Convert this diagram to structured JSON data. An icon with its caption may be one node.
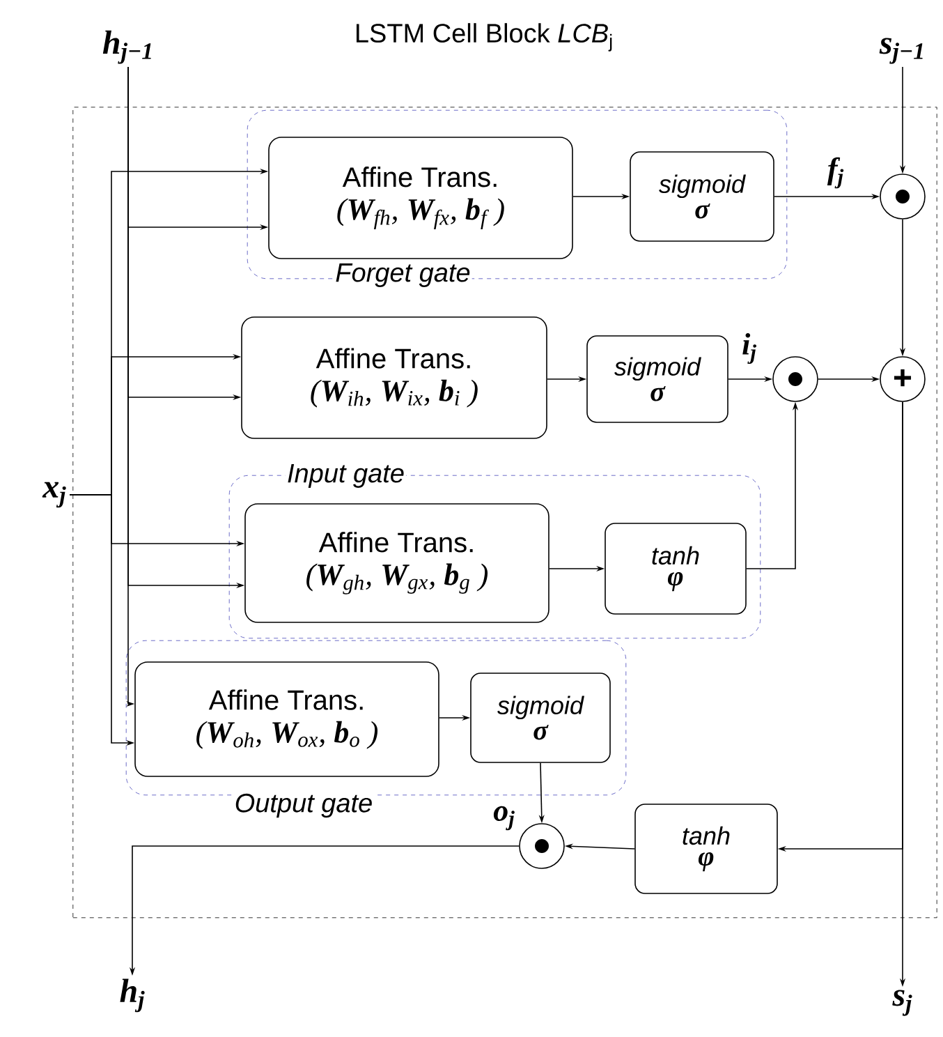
{
  "diagram": {
    "nodes": [
      {
        "text": [
          "LSTM Cell Block *LCB*$_{j}$"
        ]
      },
      {
        "text": [
          "h$_{j−1}$"
        ]
      },
      {
        "text": [
          "s$_{j−1}$"
        ]
      },
      {
        "text": [
          "Forget gate"
        ],
        "in": 0
      },
      {
        "text": [
          "Affine Trans.",
          "(**W**$_{fh}$, **W**$_{fx}$, **b**$_{f}$ )"
        ],
        "in": 3
      },
      {
        "text": [
          "sigmoid",
          "σ"
        ],
        "in": 3
      },
      {
        "text": [],
        "shape": "circle",
        "in": 0
      },
      {
        "text": [
          "x$_{j}$"
        ]
      },
      {
        "text": [
          "Affine Trans.",
          "(**W**$_{ih}$, **W**$_{ix}$, **b**$_{i}$ )"
        ],
        "in": 0
      },
      {
        "text": [
          "sigmoid",
          "σ"
        ],
        "in": 0
      },
      {
        "text": [],
        "shape": "circle",
        "in": 0
      },
      {
        "text": [
          "+"
        ],
        "in": 0
      },
      {
        "text": [
          "Input gate"
        ],
        "in": 0
      },
      {
        "text": [
          "Affine Trans.",
          "(**W**$_{gh}$, **W**$_{gx}$, **b**$_{g}$ )"
        ],
        "in": 12
      },
      {
        "text": [
          "tanh",
          "φ"
        ],
        "in": 12
      },
      {
        "text": [
          "Output gate"
        ],
        "in": 0
      },
      {
        "text": [
          "Affine Trans.",
          "(**W**$_{oh}$, **W**$_{ox}$, **b**$_{o}$ )"
        ],
        "in": 15
      },
      {
        "text": [
          "sigmoid",
          "σ"
        ],
        "in": 15
      },
      {
        "text": [],
        "shape": "circle",
        "in": 0
      },
      {
        "text": [
          "tanh",
          "φ"
        ],
        "in": 0
      },
      {
        "text": [
          "h$_{j}$"
        ]
      },
      {
        "text": [
          "s$_{j}$"
        ]
      }
    ],
    "edges": [
      {
        "from": 7,
        "to": 4,
        "arrow": "to"
      },
      {
        "from": 1,
        "to": 4,
        "arrow": "to"
      },
      {
        "from": 7,
        "to": 8,
        "arrow": "to"
      },
      {
        "from": 1,
        "to": 8,
        "arrow": "to"
      },
      {
        "from": 7,
        "to": 13,
        "arrow": "to"
      },
      {
        "from": 1,
        "to": 13,
        "arrow": "to"
      },
      {
        "from": 1,
        "to": 16,
        "arrow": "to"
      },
      {
        "from": 7,
        "to": 16,
        "arrow": "to"
      },
      {
        "from": 4,
        "to": 5,
        "arrow": "to"
      },
      {
        "from": 5,
        "to": 6,
        "arrow": "to",
        "label": "f$_{j}$"
      },
      {
        "from": 2,
        "to": 6,
        "arrow": "to"
      },
      {
        "from": 8,
        "to": 9,
        "arrow": "to"
      },
      {
        "from": 9,
        "to": 10,
        "arrow": "to",
        "label": "i$_{j}$"
      },
      {
        "from": 6,
        "to": 11,
        "arrow": "to"
      },
      {
        "from": 10,
        "to": 11,
        "arrow": "to"
      },
      {
        "from": 13,
        "to": 14,
        "arrow": "to"
      },
      {
        "from": 14,
        "to": 10,
        "arrow": "to"
      },
      {
        "from": 16,
        "to": 17,
        "arrow": "to"
      },
      {
        "from": 17,
        "to": 18,
        "arrow": "to",
        "label": "o$_{j}$"
      },
      {
        "from": 11,
        "to": 19,
        "arrow": "to"
      },
      {
        "from": 19,
        "to": 18,
        "arrow": "to"
      },
      {
        "from": 11,
        "to": 21,
        "arrow": "to"
      },
      {
        "from": 18,
        "to": 20,
        "arrow": "to"
      }
    ]
  }
}
